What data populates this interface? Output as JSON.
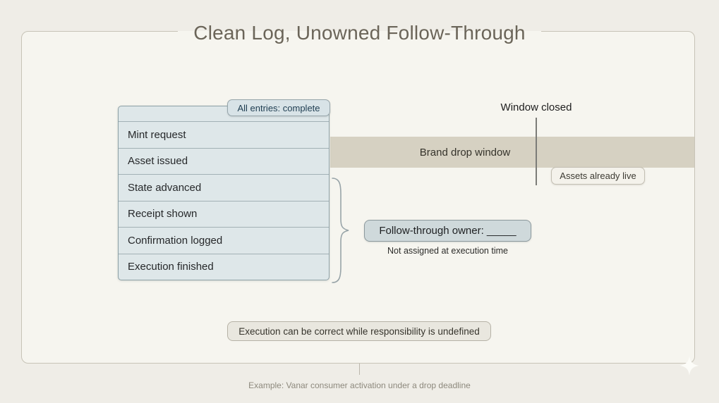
{
  "title": "Clean Log, Unowned Follow-Through",
  "log_table": {
    "badge": "All entries: complete",
    "entries": [
      "Mint request",
      "Asset issued",
      "State advanced",
      "Receipt shown",
      "Confirmation logged",
      "Execution finished"
    ]
  },
  "timeline": {
    "bar_label": "Brand drop window",
    "marker_label": "Window closed",
    "badge": "Assets already live"
  },
  "owner": {
    "box_label": "Follow-through owner: _____",
    "note": "Not assigned at execution time"
  },
  "conclusion": "Execution can be correct while responsibility is undefined",
  "caption": "Example: Vanar consumer activation under a drop deadline",
  "colors": {
    "page_background": "#efede7",
    "frame_background": "#f6f5ef",
    "frame_border": "#c7c3b7",
    "table_fill": "#dee7e9",
    "table_border": "#8da0a5",
    "badge_complete_text": "#1e3d51",
    "drop_bar_fill": "#d6d1c2",
    "owner_box_fill": "#cfd9db",
    "title_text": "#6b6559"
  }
}
